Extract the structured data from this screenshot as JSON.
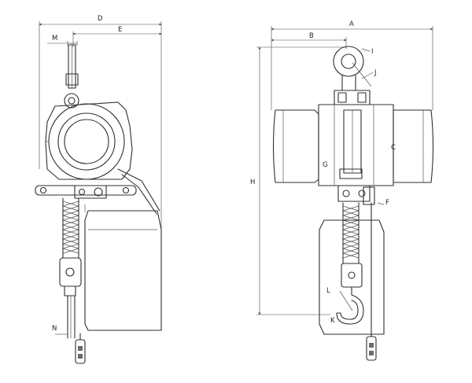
{
  "labels": {
    "D": "D",
    "E": "E",
    "M": "M",
    "N": "N",
    "A": "A",
    "B": "B",
    "H": "H",
    "I": "I",
    "J": "J",
    "C": "C",
    "G": "G",
    "F": "F",
    "L": "L",
    "K": "K"
  }
}
